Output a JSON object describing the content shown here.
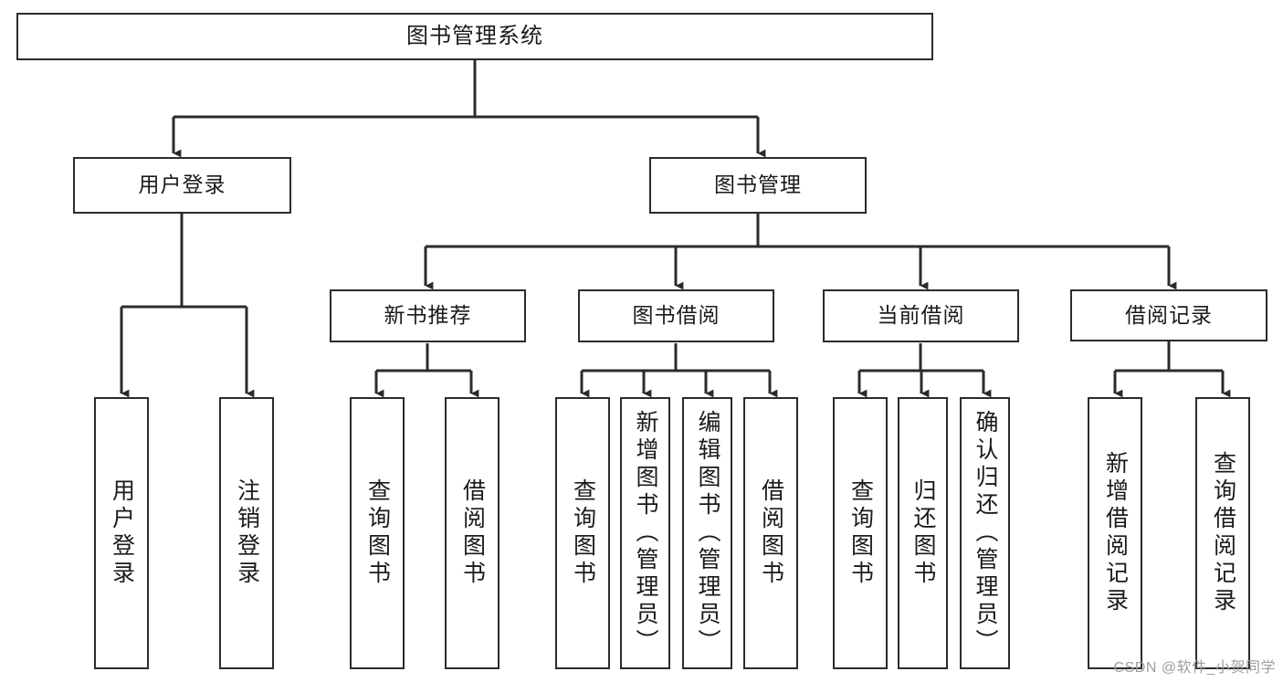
{
  "chart_data": {
    "type": "diagram",
    "diagram_kind": "tree / functional structure chart",
    "title": "图书管理系统",
    "orientation": "top-down",
    "levels": 4,
    "nodes": [
      {
        "id": "root",
        "label": "图书管理系统",
        "level": 0,
        "orientation": "horizontal"
      },
      {
        "id": "login",
        "label": "用户登录",
        "level": 1,
        "orientation": "horizontal",
        "parent": "root"
      },
      {
        "id": "bookmgmt",
        "label": "图书管理",
        "level": 1,
        "orientation": "horizontal",
        "parent": "root"
      },
      {
        "id": "newbook",
        "label": "新书推荐",
        "level": 2,
        "orientation": "horizontal",
        "parent": "bookmgmt"
      },
      {
        "id": "borrow",
        "label": "图书借阅",
        "level": 2,
        "orientation": "horizontal",
        "parent": "bookmgmt"
      },
      {
        "id": "current",
        "label": "当前借阅",
        "level": 2,
        "orientation": "horizontal",
        "parent": "bookmgmt"
      },
      {
        "id": "records",
        "label": "借阅记录",
        "level": 2,
        "orientation": "horizontal",
        "parent": "bookmgmt"
      },
      {
        "id": "leaf-user-login",
        "label": "用户登录",
        "level": 3,
        "orientation": "vertical",
        "parent": "login"
      },
      {
        "id": "leaf-logout",
        "label": "注销登录",
        "level": 3,
        "orientation": "vertical",
        "parent": "login"
      },
      {
        "id": "leaf-query-book-1",
        "label": "查询图书",
        "level": 3,
        "orientation": "vertical",
        "parent": "newbook"
      },
      {
        "id": "leaf-borrow-book-1",
        "label": "借阅图书",
        "level": 3,
        "orientation": "vertical",
        "parent": "newbook"
      },
      {
        "id": "leaf-query-book-2",
        "label": "查询图书",
        "level": 3,
        "orientation": "vertical",
        "parent": "borrow"
      },
      {
        "id": "leaf-add-book",
        "label": "新增图书（管理员）",
        "level": 3,
        "orientation": "vertical",
        "parent": "borrow"
      },
      {
        "id": "leaf-edit-book",
        "label": "编辑图书（管理员）",
        "level": 3,
        "orientation": "vertical",
        "parent": "borrow"
      },
      {
        "id": "leaf-borrow-book-2",
        "label": "借阅图书",
        "level": 3,
        "orientation": "vertical",
        "parent": "borrow"
      },
      {
        "id": "leaf-query-book-3",
        "label": "查询图书",
        "level": 3,
        "orientation": "vertical",
        "parent": "current"
      },
      {
        "id": "leaf-return-book",
        "label": "归还图书",
        "level": 3,
        "orientation": "vertical",
        "parent": "current"
      },
      {
        "id": "leaf-confirm-return",
        "label": "确认归还（管理员）",
        "level": 3,
        "orientation": "vertical",
        "parent": "current"
      },
      {
        "id": "leaf-add-record",
        "label": "新增借阅记录",
        "level": 3,
        "orientation": "vertical",
        "parent": "records"
      },
      {
        "id": "leaf-query-record",
        "label": "查询借阅记录",
        "level": 3,
        "orientation": "vertical",
        "parent": "records"
      }
    ],
    "edges": [
      {
        "from": "root",
        "to": "login"
      },
      {
        "from": "root",
        "to": "bookmgmt"
      },
      {
        "from": "bookmgmt",
        "to": "newbook"
      },
      {
        "from": "bookmgmt",
        "to": "borrow"
      },
      {
        "from": "bookmgmt",
        "to": "current"
      },
      {
        "from": "bookmgmt",
        "to": "records"
      },
      {
        "from": "login",
        "to": "leaf-user-login"
      },
      {
        "from": "login",
        "to": "leaf-logout"
      },
      {
        "from": "newbook",
        "to": "leaf-query-book-1"
      },
      {
        "from": "newbook",
        "to": "leaf-borrow-book-1"
      },
      {
        "from": "borrow",
        "to": "leaf-query-book-2"
      },
      {
        "from": "borrow",
        "to": "leaf-add-book"
      },
      {
        "from": "borrow",
        "to": "leaf-edit-book"
      },
      {
        "from": "borrow",
        "to": "leaf-borrow-book-2"
      },
      {
        "from": "current",
        "to": "leaf-query-book-3"
      },
      {
        "from": "current",
        "to": "leaf-return-book"
      },
      {
        "from": "current",
        "to": "leaf-confirm-return"
      },
      {
        "from": "records",
        "to": "leaf-add-record"
      },
      {
        "from": "records",
        "to": "leaf-query-record"
      }
    ],
    "colors": {
      "node_border": "#2b2b2b",
      "node_fill": "#ffffff",
      "edge": "#2b2b2b",
      "text": "#1a1a1a",
      "background": "#ffffff",
      "watermark": "#9d9d9d"
    }
  },
  "root": {
    "label": "图书管理系统"
  },
  "level1": {
    "login": "用户登录",
    "book_management": "图书管理"
  },
  "level2": {
    "new_book": "新书推荐",
    "borrow": "图书借阅",
    "current_borrow": "当前借阅",
    "borrow_records": "借阅记录"
  },
  "leaves": {
    "login": [
      "用户登录",
      "注销登录"
    ],
    "new_book": [
      "查询图书",
      "借阅图书"
    ],
    "borrow": [
      "查询图书",
      "新增图书（管理员）",
      "编辑图书（管理员）",
      "借阅图书"
    ],
    "current_borrow": [
      "查询图书",
      "归还图书",
      "确认归还（管理员）"
    ],
    "borrow_records": [
      "新增借阅记录",
      "查询借阅记录"
    ]
  },
  "watermark": {
    "text": "CSDN @软件_小贺同学"
  }
}
